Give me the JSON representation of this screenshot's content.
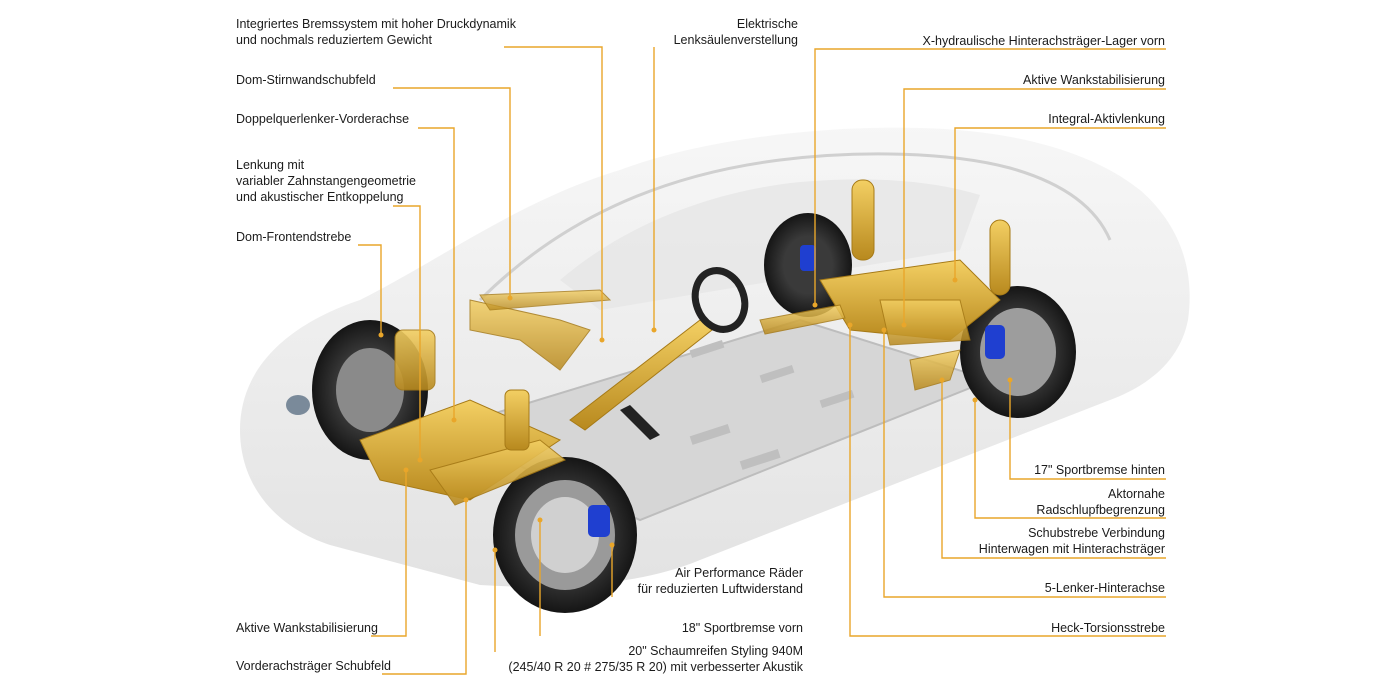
{
  "colors": {
    "leader": "#e9a62a",
    "gold": "#e2b341",
    "gold_dark": "#b8891e",
    "brake_blue": "#1f3fd0",
    "body_grey": "#e9e9e9",
    "floor": "#dcdcdc"
  },
  "labels": {
    "bremssystem": {
      "lines": [
        "Integriertes Bremssystem mit hoher Druckdynamik",
        "und nochmals reduziertem Gewicht"
      ]
    },
    "dom_stirnwand": {
      "lines": [
        "Dom-Stirnwandschubfeld"
      ]
    },
    "doppelquerlenker": {
      "lines": [
        "Doppelquerlenker-Vorderachse"
      ]
    },
    "lenkung": {
      "lines": [
        "Lenkung mit",
        "variabler Zahnstangengeometrie",
        "und akustischer Entkoppelung"
      ]
    },
    "dom_frontend": {
      "lines": [
        "Dom-Frontendstrebe"
      ]
    },
    "aktive_wank_vorn": {
      "lines": [
        "Aktive Wankstabilisierung"
      ]
    },
    "vorderachstraeger": {
      "lines": [
        "Vorderachsträger Schubfeld"
      ]
    },
    "lenksaeule": {
      "lines": [
        "Elektrische",
        "Lenksäulenverstellung"
      ]
    },
    "air_performance": {
      "lines": [
        "Air Performance Räder",
        "für reduzierten Luftwiderstand"
      ]
    },
    "sportbremse_vorn": {
      "lines": [
        "18\" Sportbremse vorn"
      ]
    },
    "schaumreifen": {
      "lines": [
        "20\" Schaumreifen Styling 940M",
        "(245/40 R 20 # 275/35 R 20) mit verbesserter Akustik"
      ]
    },
    "x_hydraulisch": {
      "lines": [
        "X-hydraulische Hinterachsträger-Lager vorn"
      ]
    },
    "aktive_wank_hinten": {
      "lines": [
        "Aktive Wankstabilisierung"
      ]
    },
    "integral": {
      "lines": [
        "Integral-Aktivlenkung"
      ]
    },
    "sportbremse_hinten": {
      "lines": [
        "17\" Sportbremse hinten"
      ]
    },
    "aktornahe": {
      "lines": [
        "Aktornahe",
        "Radschlupfbegrenzung"
      ]
    },
    "schubstrebe": {
      "lines": [
        "Schubstrebe Verbindung",
        "Hinterwagen mit Hinterachsträger"
      ]
    },
    "fuenf_lenker": {
      "lines": [
        "5-Lenker-Hinterachse"
      ]
    },
    "heck_torsion": {
      "lines": [
        "Heck-Torsionsstrebe"
      ]
    }
  }
}
